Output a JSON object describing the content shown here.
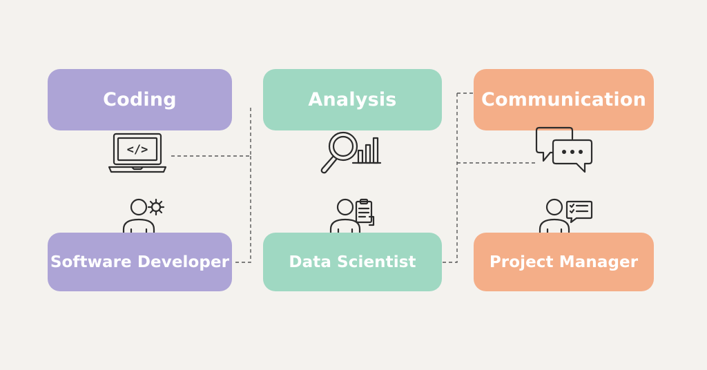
{
  "columns": [
    {
      "skill": "Coding",
      "role": "Software Developer",
      "color": "#ada4d6",
      "skill_icon": "laptop-code-icon",
      "role_icon": "person-gear-icon",
      "code_glyph": "</>"
    },
    {
      "skill": "Analysis",
      "role": "Data Scientist",
      "color": "#9fd8c2",
      "skill_icon": "magnifier-chart-icon",
      "role_icon": "person-clipboard-icon"
    },
    {
      "skill": "Communication",
      "role": "Project Manager",
      "color": "#f4ae88",
      "skill_icon": "chat-bubbles-icon",
      "role_icon": "person-checklist-icon"
    }
  ],
  "style": {
    "background": "#f4f2ee",
    "icon_stroke": "#2b2b2b",
    "connector_color": "#555555"
  }
}
